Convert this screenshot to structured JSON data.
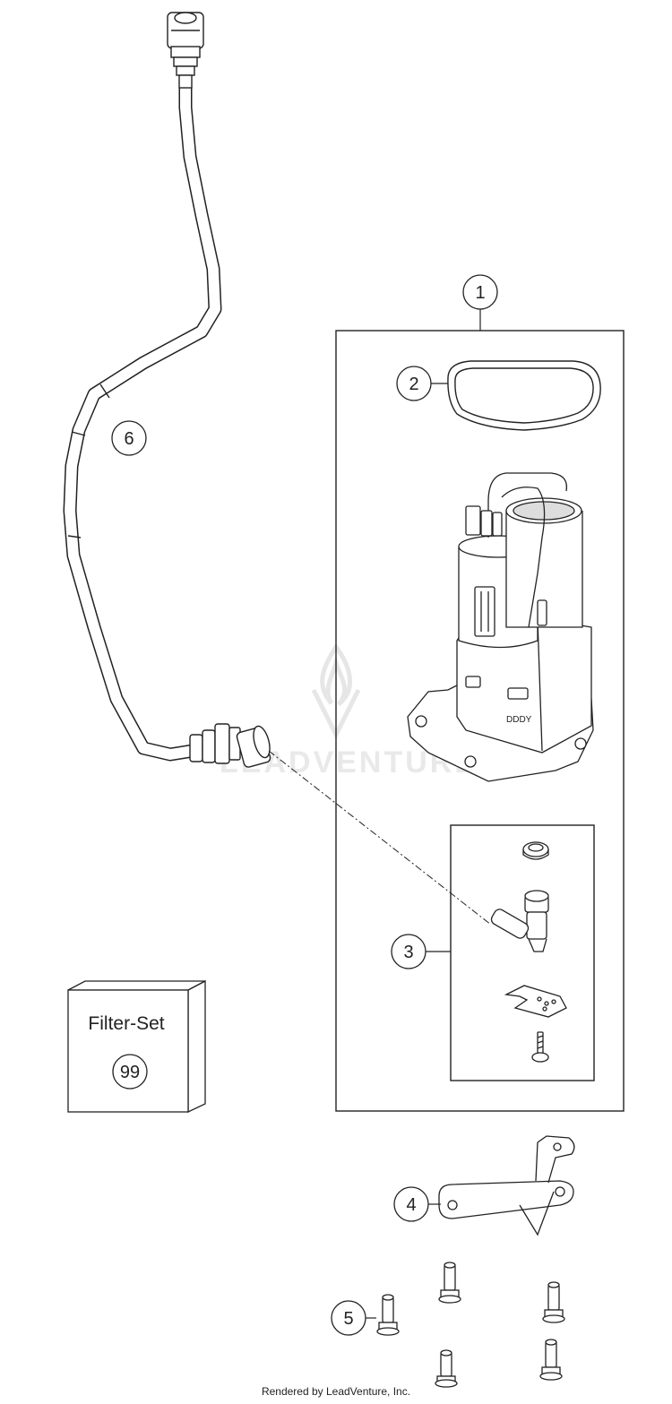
{
  "callouts": [
    {
      "id": "1",
      "label": "1"
    },
    {
      "id": "2",
      "label": "2"
    },
    {
      "id": "3",
      "label": "3"
    },
    {
      "id": "4",
      "label": "4"
    },
    {
      "id": "5",
      "label": "5"
    },
    {
      "id": "6",
      "label": "6"
    }
  ],
  "filter_set": {
    "title": "Filter-Set",
    "number": "99"
  },
  "watermark": {
    "text": "LEADVENTURE"
  },
  "pump_marking": "DDDY",
  "footer": {
    "credit": "Rendered by LeadVenture, Inc."
  },
  "colors": {
    "line": "#222222",
    "watermark": "#e9e9e9",
    "fill": "#ffffff",
    "shade": "#dcdcdc"
  }
}
